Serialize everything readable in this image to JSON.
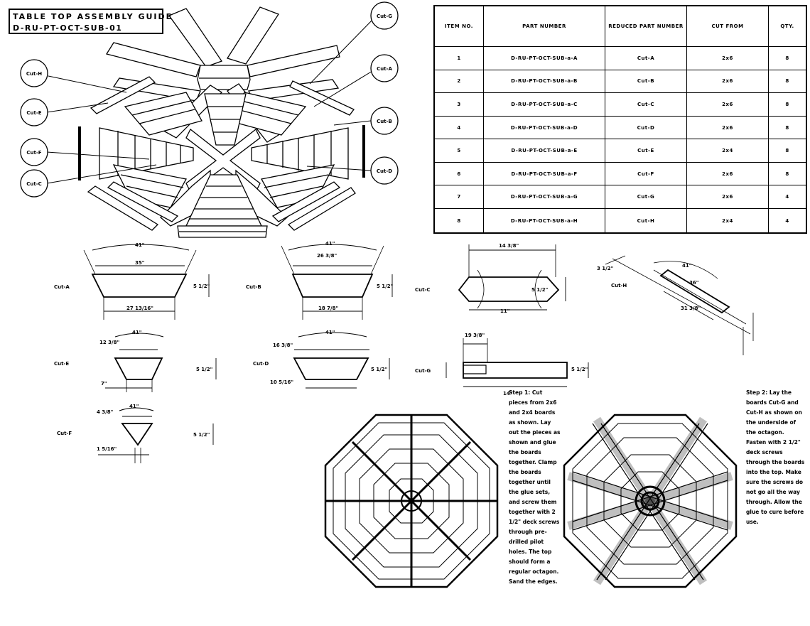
{
  "title": {
    "line1": "TABLE TOP ASSEMBLY GUIDE",
    "line2": "D-RU-PT-OCT-SUB-01"
  },
  "bom": {
    "headers": [
      "ITEM NO.",
      "PART NUMBER",
      "REDUCED PART NUMBER",
      "CUT FROM",
      "QTY."
    ],
    "rows": [
      [
        "1",
        "D-RU-PT-OCT-SUB-a-A",
        "Cut-A",
        "2x6",
        "8"
      ],
      [
        "2",
        "D-RU-PT-OCT-SUB-a-B",
        "Cut-B",
        "2x6",
        "8"
      ],
      [
        "3",
        "D-RU-PT-OCT-SUB-a-C",
        "Cut-C",
        "2x6",
        "8"
      ],
      [
        "4",
        "D-RU-PT-OCT-SUB-a-D",
        "Cut-D",
        "2x6",
        "8"
      ],
      [
        "5",
        "D-RU-PT-OCT-SUB-a-E",
        "Cut-E",
        "2x4",
        "8"
      ],
      [
        "6",
        "D-RU-PT-OCT-SUB-a-F",
        "Cut-F",
        "2x6",
        "8"
      ],
      [
        "7",
        "D-RU-PT-OCT-SUB-a-G",
        "Cut-G",
        "2x6",
        "4"
      ],
      [
        "8",
        "D-RU-PT-OCT-SUB-a-H",
        "Cut-H",
        "2x4",
        "4"
      ]
    ]
  },
  "callouts": {
    "left": [
      "Cut-H",
      "Cut-E",
      "Cut-F",
      "Cut-C"
    ],
    "right": [
      "Cut-G",
      "Cut-A",
      "Cut-B",
      "Cut-D"
    ]
  },
  "parts": {
    "a": {
      "label": "Cut-A",
      "top": "41\"",
      "mid": "35\"",
      "bottom": "27 13/16\"",
      "height": "5 1/2\""
    },
    "b": {
      "label": "Cut-B",
      "top": "41\"",
      "mid": "26 3/8\"",
      "bottom": "18 7/8\"",
      "height": "5 1/2\""
    },
    "c": {
      "label": "Cut-C",
      "top": "14 3/8\"",
      "bottom": "11\"",
      "height": "5 1/2\""
    },
    "d": {
      "label": "Cut-D",
      "top": "16 3/8\"",
      "mid": "41\"",
      "bottom": "10 5/16\"",
      "height": "5 1/2\""
    },
    "e": {
      "label": "Cut-E",
      "top": "41\"",
      "mid": "12 3/8\"",
      "bottom": "7\"",
      "height": "5 1/2\""
    },
    "f": {
      "label": "Cut-F",
      "top": "41\"",
      "mid": "4 3/8\"",
      "bottom": "1 5/16\"",
      "height": "5 1/2\""
    },
    "g": {
      "label": "Cut-G",
      "top": "19 3/8\"",
      "bottom": "14\"",
      "height": "5 1/2\""
    },
    "h": {
      "label": "Cut-H",
      "top": "41\"",
      "mid": "36\"",
      "bottom": "31 3/8\"",
      "height": "3 1/2\""
    }
  },
  "notes": {
    "step1": "Step 1: Cut pieces from 2x6 and 2x4 boards as shown. Lay out the pieces as shown and glue the boards together. Clamp the boards together until the glue sets, and screw them together with 2 1/2\" deck screws through pre-drilled pilot holes. The top should form a regular octagon. Sand the edges.",
    "step2": "Step 2: Lay the boards Cut-G and Cut-H as shown on the underside of the octagon. Fasten with 2 1/2\" deck screws through the boards into the top. Make sure the screws do not go all the way through. Allow the glue to cure before use."
  }
}
